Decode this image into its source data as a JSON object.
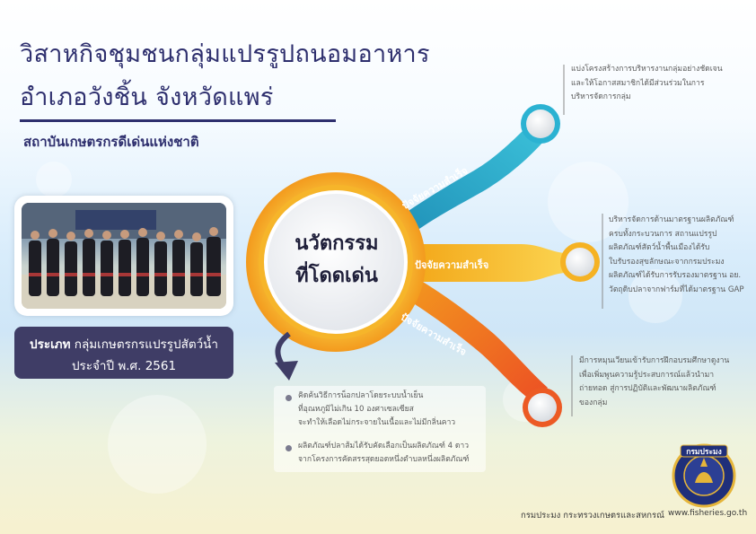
{
  "title": {
    "line1": "วิสาหกิจชุมชนกลุ่มแปรรูปถนอมอาหาร",
    "line2": "อำเภอวังชิ้น จังหวัดแพร่",
    "subtitle": "สถาบันเกษตรกรดีเด่นแห่งชาติ"
  },
  "photo": {
    "icon": "group-photo-icon"
  },
  "category": {
    "label": "ประเภท",
    "value": "กลุ่มเกษตรกรแปรรูปสัตว์น้ำ",
    "year": "ประจำปี พ.ศ. 2561"
  },
  "center": {
    "line1": "นวัตกรรม",
    "line2": "ที่โดดเด่น"
  },
  "factors": [
    {
      "label": "ปัจจัยความสำเร็จ",
      "color": "#29a6c9",
      "description": [
        "แบ่งโครงสร้างการบริหารงานกลุ่มอย่างชัดเจน",
        "และให้โอกาสสมาชิกได้มีส่วนร่วมในการ",
        "บริหารจัดการกลุ่ม"
      ]
    },
    {
      "label": "ปัจจัยความสำเร็จ",
      "color": "#f5b223",
      "description": [
        "บริหารจัดการด้านมาตรฐานผลิตภัณฑ์",
        "ครบทั้งกระบวนการ สถานแปรรูป",
        "ผลิตภัณฑ์สัตว์น้ำพื้นเมืองได้รับ",
        "ใบรับรองสุขลักษณะจากกรมประมง",
        "ผลิตภัณฑ์ได้รับการรับรองมาตรฐาน อย.",
        "วัตถุดิบปลาจากฟาร์มที่ได้มาตรฐาน GAP"
      ]
    },
    {
      "label": "ปัจจัยความสำเร็จ",
      "color": "#ef6a25",
      "description": [
        "มีการหมุนเวียนเข้ารับการฝึกอบรมศึกษาดูงาน",
        "เพื่อเพิ่มพูนความรู้ประสบการณ์แล้วนำมา",
        "ถ่ายทอด สู่การปฏิบัติและพัฒนาผลิตภัณฑ์",
        "ของกลุ่ม"
      ]
    }
  ],
  "innovations": [
    {
      "lines": [
        "คิดค้นวิธีการน็อกปลาโดยระบบน้ำเย็น",
        "ที่อุณหภูมิไม่เกิน 10 องศาเซลเซียส",
        "จะทำให้เลือดไม่กระจายในเนื้อและไม่มีกลิ่นคาว"
      ]
    },
    {
      "lines": [
        "ผลิตภัณฑ์ปลาส้มได้รับคัดเลือกเป็นผลิตภัณฑ์ 4 ดาว",
        "จากโครงการคัดสรรสุดยอดหนึ่งตำบลหนึ่งผลิตภัณฑ์"
      ]
    }
  ],
  "colors": {
    "navy": "#2e2f6e",
    "ring_orange": "#f39a1e",
    "ring_yellow": "#f8c53a",
    "category_bg": "#3f3d66"
  },
  "footer": {
    "agency": "กรมประมง กระทรวงเกษตรและสหกรณ์",
    "website": "www.fisheries.go.th",
    "logo_text": "กรมประมง",
    "logo_icon": "department-of-fisheries-seal-icon"
  }
}
